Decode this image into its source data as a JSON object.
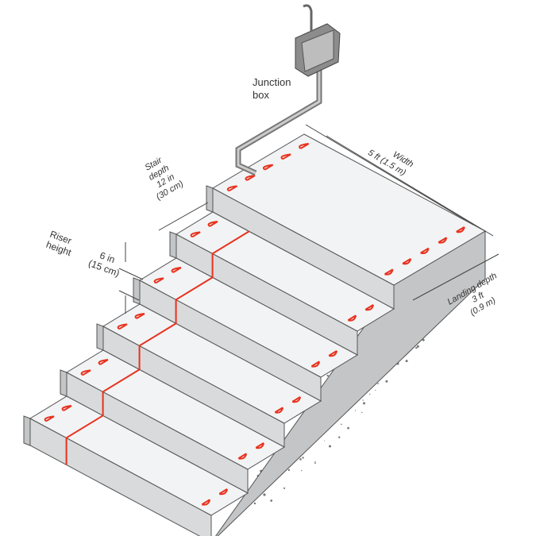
{
  "labels": {
    "junction_line1": "Junction",
    "junction_line2": "box",
    "width_title": "Width",
    "width_value": "5 ft (1.5 m)",
    "stair_line1": "Stair",
    "stair_line2": "depth",
    "stair_line3": "12 in",
    "stair_line4": "(30 cm)",
    "riser_line1": "Riser",
    "riser_line2": "height",
    "riser_value1": "6 in",
    "riser_value2": "(15 cm)",
    "landing_title": "Landing depth",
    "landing_value1": "3 ft",
    "landing_value2": "(0.9 m)"
  },
  "colors": {
    "cable": "#e8321e",
    "tread": "#f2f3f4",
    "riser": "#d9dadb",
    "side": "#c4c5c6",
    "outline": "#555555"
  }
}
